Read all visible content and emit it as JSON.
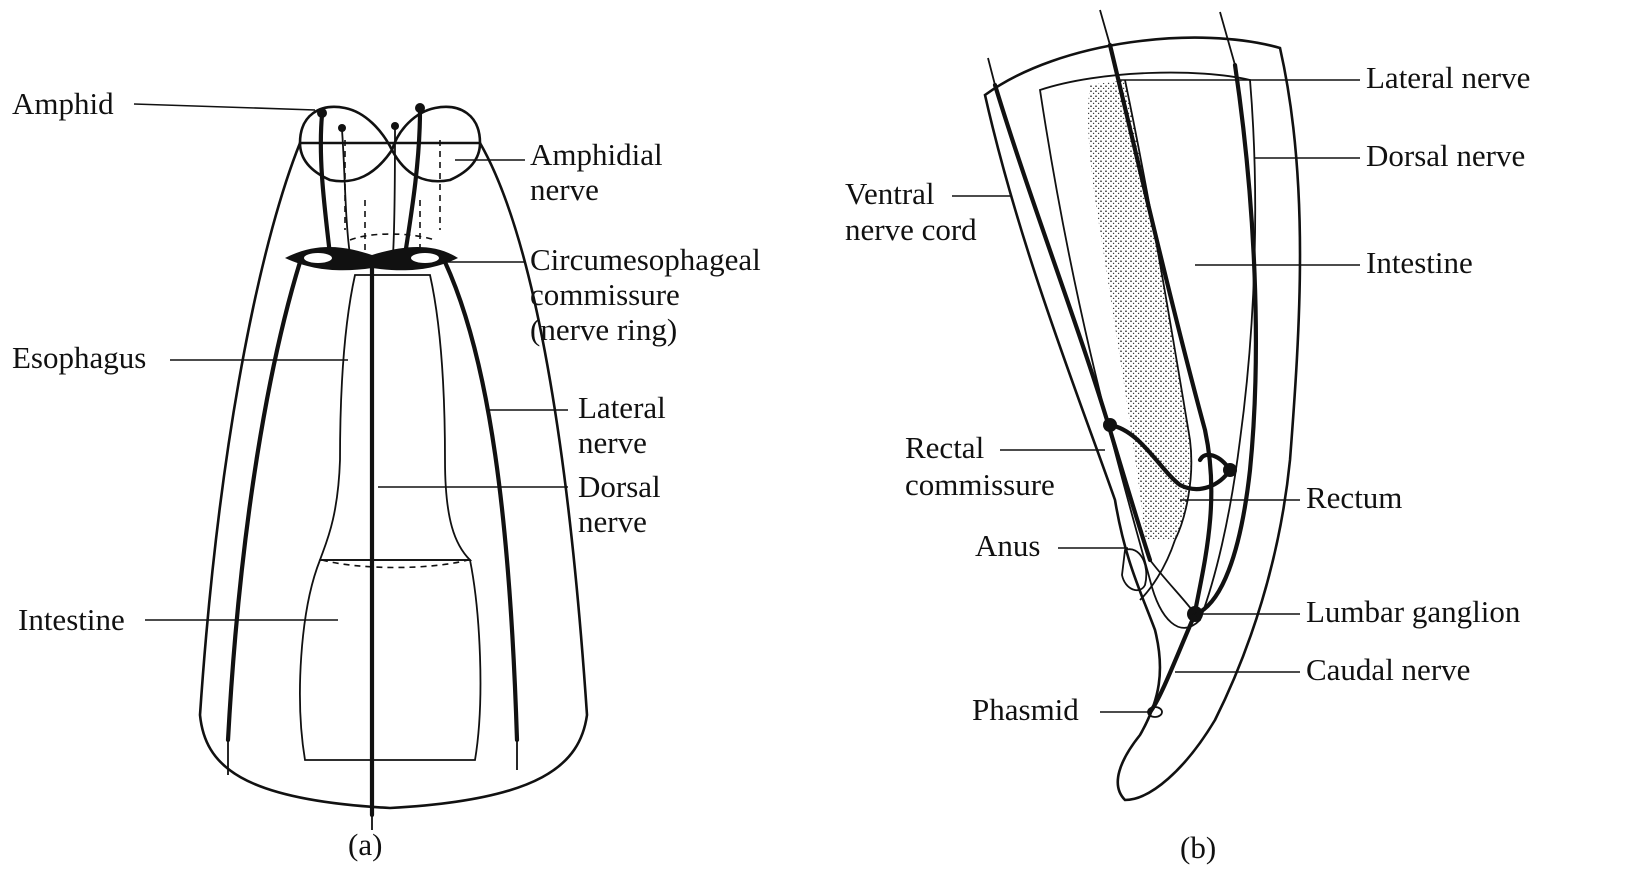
{
  "panel_a": {
    "caption": "(a)",
    "labels": {
      "amphid": "Amphid",
      "amphidial_1": "Amphidial",
      "amphidial_2": "nerve",
      "circum_1": "Circumesophageal",
      "circum_2": "commissure",
      "circum_3": "(nerve ring)",
      "esophagus": "Esophagus",
      "lateral_1": "Lateral",
      "lateral_2": "nerve",
      "dorsal_1": "Dorsal",
      "dorsal_2": "nerve",
      "intestine": "Intestine"
    }
  },
  "panel_b": {
    "caption": "(b)",
    "labels": {
      "lateral_nerve": "Lateral nerve",
      "dorsal_nerve": "Dorsal nerve",
      "ventral_1": "Ventral",
      "ventral_2": "nerve cord",
      "intestine": "Intestine",
      "rectal_1": "Rectal",
      "rectal_2": "commissure",
      "rectum": "Rectum",
      "anus": "Anus",
      "lumbar_ganglion": "Lumbar ganglion",
      "caudal_nerve": "Caudal nerve",
      "phasmid": "Phasmid"
    }
  }
}
